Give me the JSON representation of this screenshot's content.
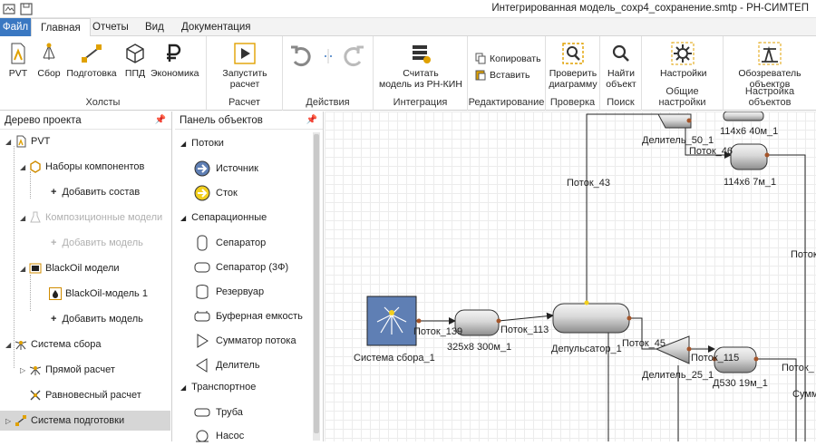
{
  "window": {
    "title": "Интегрированная модель_coxp4_сохранение.smtp - РН-СИМТЕП"
  },
  "tabs": [
    "Файл",
    "Главная",
    "Отчеты",
    "Вид",
    "Документация"
  ],
  "ribbon": {
    "groups": {
      "holsty": "Холсты",
      "raschet": "Расчет",
      "deystviya": "Действия",
      "integraciya": "Интеграция",
      "redaktirovanie": "Редактирование",
      "proverka": "Проверка",
      "poisk": "Поиск",
      "obshie": "Общие настройки",
      "obekty": "Настройка объектов"
    },
    "buttons": {
      "pvt": "PVT",
      "sbor": "Сбор",
      "podgotovka": "Подготовка",
      "ppd": "ППД",
      "ekonomika": "Экономика",
      "run_l1": "Запустить",
      "run_l2": "расчет",
      "read_l1": "Считать",
      "read_l2": "модель из РН-КИН",
      "copy": "Копировать",
      "paste": "Вставить",
      "check_l1": "Проверить",
      "check_l2": "диаграмму",
      "find_l1": "Найти",
      "find_l2": "объект",
      "settings": "Настройки",
      "viewer_l1": "Обозреватель",
      "viewer_l2": "объектов"
    }
  },
  "tree": {
    "title": "Дерево проекта",
    "items": [
      {
        "label": "PVT"
      },
      {
        "label": "Наборы компонентов"
      },
      {
        "label": "Добавить состав"
      },
      {
        "label": "Композиционные модели"
      },
      {
        "label": "Добавить модель"
      },
      {
        "label": "BlackOil модели"
      },
      {
        "label": "BlackOil-модель 1"
      },
      {
        "label": "Добавить модель"
      },
      {
        "label": "Система сбора"
      },
      {
        "label": "Прямой расчет"
      },
      {
        "label": "Равновесный расчет"
      },
      {
        "label": "Система подготовки"
      }
    ]
  },
  "objects": {
    "title": "Панель объектов",
    "sections": [
      "Потоки",
      "Сепарационные",
      "Транспортное"
    ],
    "items": [
      "Источник",
      "Сток",
      "Сепаратор",
      "Сепаратор (3Ф)",
      "Резервуар",
      "Буферная емкость",
      "Сумматор потока",
      "Делитель",
      "Труба",
      "Насос"
    ]
  },
  "canvas": {
    "labels": {
      "divider50": "Делитель_50_1",
      "pipe_top": "114х6 40м_1",
      "flow46": "Поток_46",
      "pipe7": "114х6 7м_1",
      "flow43": "Поток_43",
      "flow_right": "Поток",
      "flow139": "Поток_139",
      "flow113": "Поток_113",
      "pipe325": "325х8 300м_1",
      "depuls": "Депульсатор_1",
      "flow45": "Поток_45",
      "flow_mid": "Поток_115",
      "divider25": "Делитель_25_1",
      "pipe530": "Д530 19м_1",
      "flow_r2": "Поток_",
      "summ": "Сумм",
      "system": "Система сбора_1"
    }
  },
  "colors": {
    "accent": "#3a78c2",
    "node_fill": "#5f7fb4",
    "port": "#a4552a"
  }
}
